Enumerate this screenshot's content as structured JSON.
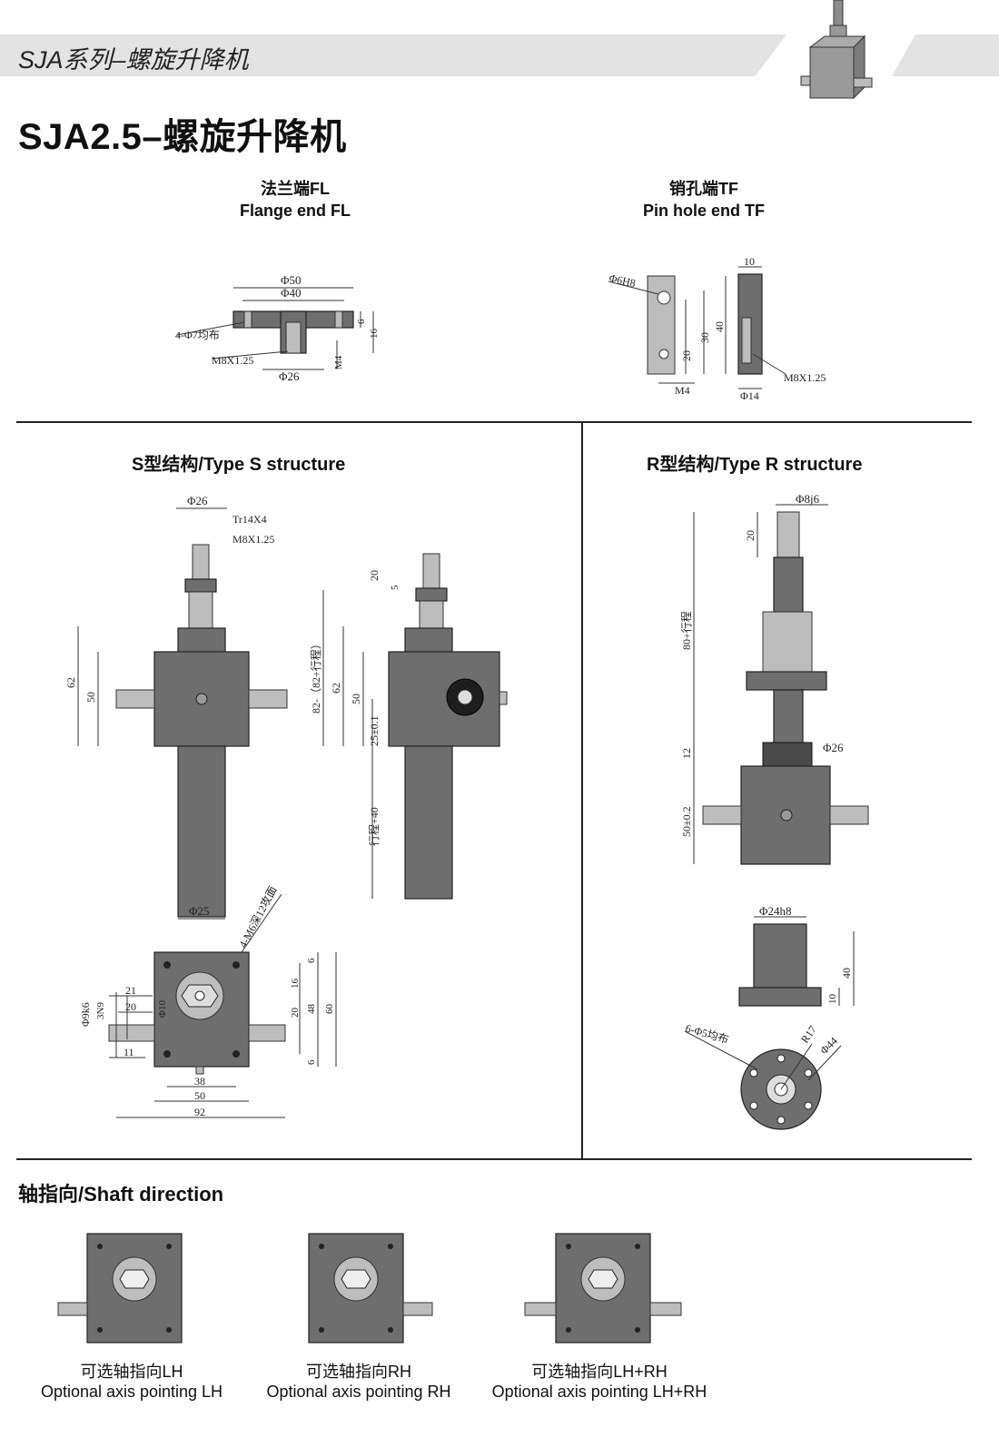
{
  "header": {
    "series": "SJA系列–螺旋升降机",
    "title": "SJA2.5–螺旋升降机"
  },
  "flange_end": {
    "title_cn": "法兰端FL",
    "title_en": "Flange end FL",
    "dims": {
      "d50": "Φ50",
      "d40": "Φ40",
      "holes": "4-Φ7均布",
      "thread": "M8X1.25",
      "d26": "Φ26",
      "m4": "M4",
      "h6": "6",
      "h16": "16"
    }
  },
  "pin_end": {
    "title_cn": "销孔端TF",
    "title_en": "Pin hole end TF",
    "dims": {
      "d6h8": "Φ6H8",
      "h20": "20",
      "h30": "30",
      "h40": "40",
      "w10": "10",
      "m4": "M4",
      "d14": "Φ14",
      "thread": "M8X1.25"
    }
  },
  "type_s": {
    "title": "S型结构/Type S structure",
    "dims": {
      "d26": "Φ26",
      "tr": "Tr14X4",
      "thread": "M8X1.25",
      "h62": "62",
      "h50": "50",
      "d25": "Φ25",
      "h20": "20",
      "h5": "5",
      "stroke": "82-（82+行程）",
      "h62b": "62",
      "h50b": "50",
      "h25": "25±0.1",
      "travel": "行程+40"
    }
  },
  "type_s_bottom": {
    "dims": {
      "holes": "4-M6深12攻面",
      "d9k6": "Φ9k6",
      "key": "3N9",
      "d10": "Φ10",
      "w21": "21",
      "w20": "20",
      "w11": "11",
      "h6a": "6",
      "h16": "16",
      "h20": "20",
      "h48": "48",
      "h60": "60",
      "h6b": "6",
      "w38": "38",
      "w50": "50",
      "w92": "92"
    }
  },
  "type_r": {
    "title": "R型结构/Type R structure",
    "dims": {
      "d8j6": "Φ8j6",
      "h20": "20",
      "stroke": "80+行程",
      "h12": "12",
      "d26": "Φ26",
      "h50": "50±0.2",
      "d24h8": "Φ24h8",
      "h40": "40",
      "h10": "10",
      "holes": "6-Φ5均布",
      "r17": "R17",
      "d44": "Φ44"
    }
  },
  "shaft_direction": {
    "title": "轴指向/Shaft direction",
    "options": [
      {
        "cn": "可选轴指向LH",
        "en": "Optional axis pointing LH"
      },
      {
        "cn": "可选轴指向RH",
        "en": "Optional axis pointing RH"
      },
      {
        "cn": "可选轴指向LH+RH",
        "en": "Optional axis pointing LH+RH"
      }
    ]
  }
}
